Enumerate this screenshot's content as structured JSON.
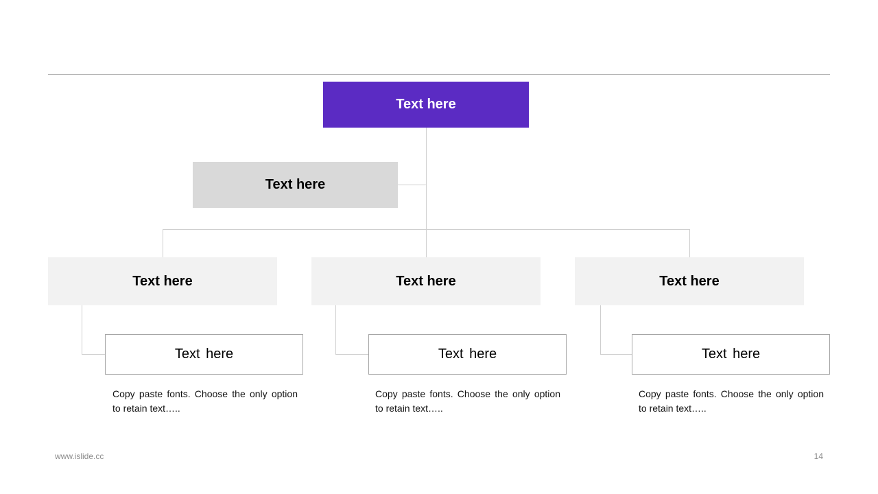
{
  "colors": {
    "root": "#5b2bc3",
    "assistant": "#d9d9d9",
    "child": "#f2f2f2",
    "connector": "#cfcfcf"
  },
  "root": {
    "label": "Text here"
  },
  "assistant": {
    "label": "Text here"
  },
  "branches": [
    {
      "label": "Text here",
      "sub_label": "Text here",
      "description": "Copy paste fonts. Choose the only option to retain text….."
    },
    {
      "label": "Text here",
      "sub_label": "Text here",
      "description": "Copy paste fonts. Choose the only option to retain text….."
    },
    {
      "label": "Text here",
      "sub_label": "Text here",
      "description": "Copy paste fonts. Choose the only option to retain text….."
    }
  ],
  "footer": {
    "website": "www.islide.cc",
    "page_number": "14"
  }
}
